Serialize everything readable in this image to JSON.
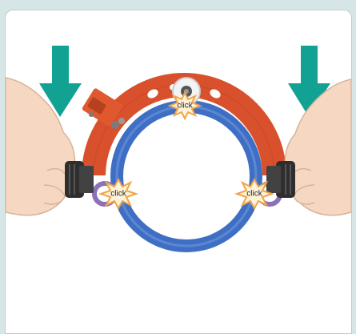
{
  "callouts": {
    "top": "click",
    "left": "click",
    "right": "click"
  },
  "icons": {
    "press_arrow_left": "down-arrow-icon",
    "press_arrow_right": "down-arrow-icon",
    "burst": "starburst-icon"
  },
  "colors": {
    "arrow": "#12a294",
    "frame_arc": "#d9502c",
    "inner_ring": "#3f6fc4",
    "clip_purple": "#8b71b6",
    "burst_fill": "#fff3d8",
    "burst_stroke": "#f0a44a",
    "skin": "#f6d8c2",
    "knob": "#2e2e2e"
  }
}
